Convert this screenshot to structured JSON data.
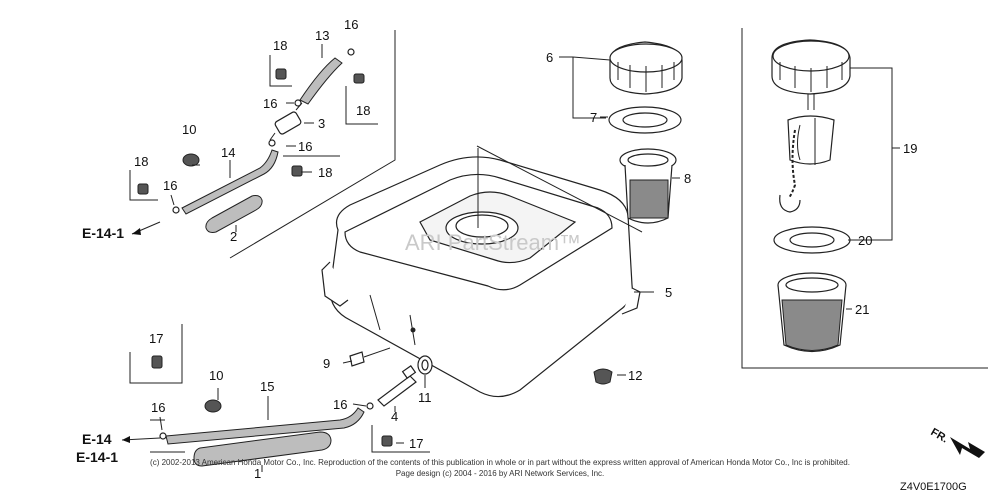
{
  "callouts": {
    "c1": "1",
    "c2": "2",
    "c3": "3",
    "c4": "4",
    "c5": "5",
    "c6": "6",
    "c7": "7",
    "c8": "8",
    "c9": "9",
    "c10a": "10",
    "c10b": "10",
    "c11": "11",
    "c12": "12",
    "c13": "13",
    "c14": "14",
    "c15": "15",
    "c16a": "16",
    "c16b": "16",
    "c16c": "16",
    "c16d": "16",
    "c16e": "16",
    "c16f": "16",
    "c17a": "17",
    "c17b": "17",
    "c18a": "18",
    "c18b": "18",
    "c18c": "18",
    "c18d": "18",
    "c19": "19",
    "c20": "20",
    "c21": "21"
  },
  "references": {
    "upper": "E-14-1",
    "lower_a": "E-14",
    "lower_b": "E-14-1"
  },
  "watermark": "ARI PartStream™",
  "direction_marker": "FR.",
  "footer": {
    "line1": "(c) 2002-2013 American Honda Motor Co., Inc. Reproduction of the contents of this publication in whole or in part without the express written approval of American Honda Motor Co., Inc is prohibited.",
    "line2": "Page design (c) 2004 - 2016 by ARI Network Services, Inc."
  },
  "diagram_code": "Z4V0E1700G"
}
